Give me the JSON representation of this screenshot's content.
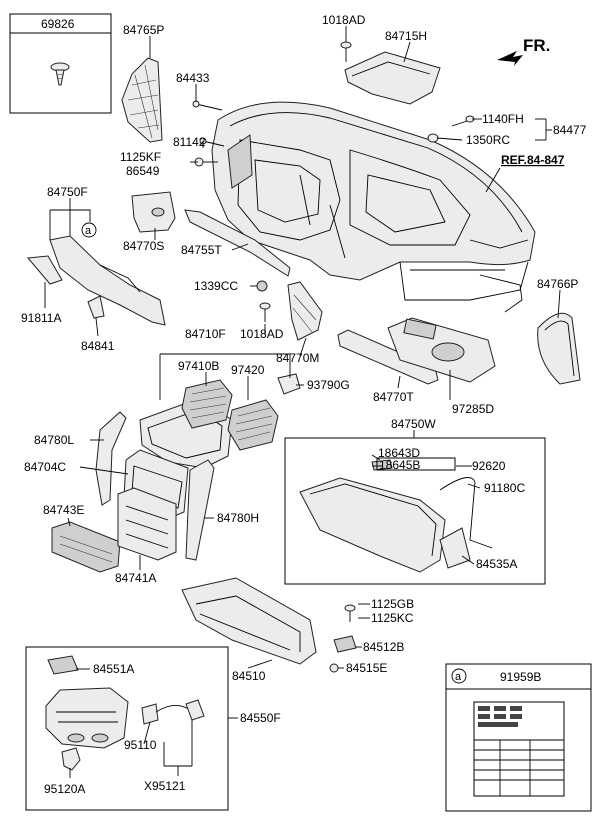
{
  "title_ref": "REF.84-847",
  "direction": "FR.",
  "callouts": {
    "p69826": "69826",
    "p84765P": "84765P",
    "p1018AD_top": "1018AD",
    "p84715H": "84715H",
    "p84433": "84433",
    "p81142": "81142",
    "p1125KF": "1125KF",
    "p86549": "86549",
    "p1140FH": "1140FH",
    "p1350RC": "1350RC",
    "p84477": "84477",
    "p84750F": "84750F",
    "circle_a": "a",
    "p84770S": "84770S",
    "p84755T": "84755T",
    "p91811A": "91811A",
    "p1339CC": "1339CC",
    "p84766P": "84766P",
    "p84841": "84841",
    "p1018AD_mid": "1018AD",
    "p84710F": "84710F",
    "p84770M": "84770M",
    "p97410B": "97410B",
    "p97420": "97420",
    "p93790G": "93790G",
    "p84770T": "84770T",
    "p97285D": "97285D",
    "p84780L": "84780L",
    "p84750W": "84750W",
    "p18643D": "18643D",
    "p18645B": "18645B",
    "p92620": "92620",
    "p84704C": "84704C",
    "p91180C": "91180C",
    "p84743E": "84743E",
    "p84780H": "84780H",
    "p84741A": "84741A",
    "p84535A": "84535A",
    "p1125GB": "1125GB",
    "p1125KC": "1125KC",
    "p84512B": "84512B",
    "p84551A": "84551A",
    "p84510": "84510",
    "p84515E": "84515E",
    "p84550F": "84550F",
    "p95110": "95110",
    "p95120A": "95120A",
    "pX95121": "X95121",
    "legend_a": "a",
    "p91959B": "91959B"
  }
}
